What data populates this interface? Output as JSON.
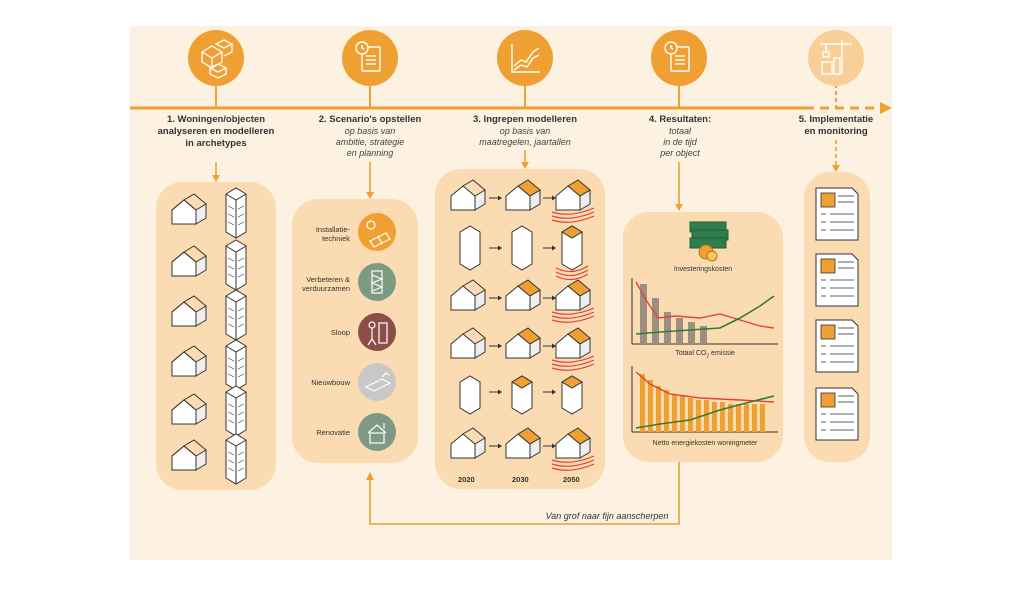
{
  "steps": [
    {
      "number_title": "1. Woningen/objecten",
      "line2": "analyseren en modelleren",
      "line3": "in archetypes"
    },
    {
      "number_title": "2. Scenario's opstellen",
      "sub1": "op basis van",
      "sub2": "ambitie, strategie",
      "sub3": "en planning"
    },
    {
      "number_title": "3. Ingrepen modelleren",
      "sub1": "op basis van",
      "sub2": "maatregelen, jaartallen"
    },
    {
      "number_title": "4. Resultaten:",
      "sub1": "totaal",
      "sub2": "in de tijd",
      "sub3": "per object"
    },
    {
      "number_title": "5. Implementatie",
      "line2": "en monitoring"
    }
  ],
  "scenarios": [
    {
      "label_1": "Installatie-",
      "label_2": "techniek",
      "color": "#f0a032",
      "icon": "solar-panel-icon"
    },
    {
      "label_1": "Verbeteren &",
      "label_2": "verduurzamen",
      "color": "#7f9a84",
      "icon": "insulation-icon"
    },
    {
      "label_1": "Sloop",
      "label_2": "",
      "color": "#8b4e48",
      "icon": "demolition-icon"
    },
    {
      "label_1": "Nieuwbouw",
      "label_2": "",
      "color": "#c8c8c8",
      "icon": "bricklaying-icon"
    },
    {
      "label_1": "Renovatie",
      "label_2": "",
      "color": "#7f9a84",
      "icon": "renovation-icon"
    }
  ],
  "years": [
    "2020",
    "2030",
    "2050"
  ],
  "results": {
    "investment_label": "Investeringskosten",
    "co2_label_pre": "Totaal CO",
    "co2_label_sub": "2",
    "co2_label_post": " emissie",
    "energy_label": "Netto energiekosten woningmeter"
  },
  "feedback_note": "Van grof naar fijn aanscherpen",
  "colors": {
    "accent": "#f0a032",
    "panel": "#fbdcb2",
    "background": "#fdf1e2",
    "green": "#2e7d32",
    "red": "#e0433a"
  }
}
